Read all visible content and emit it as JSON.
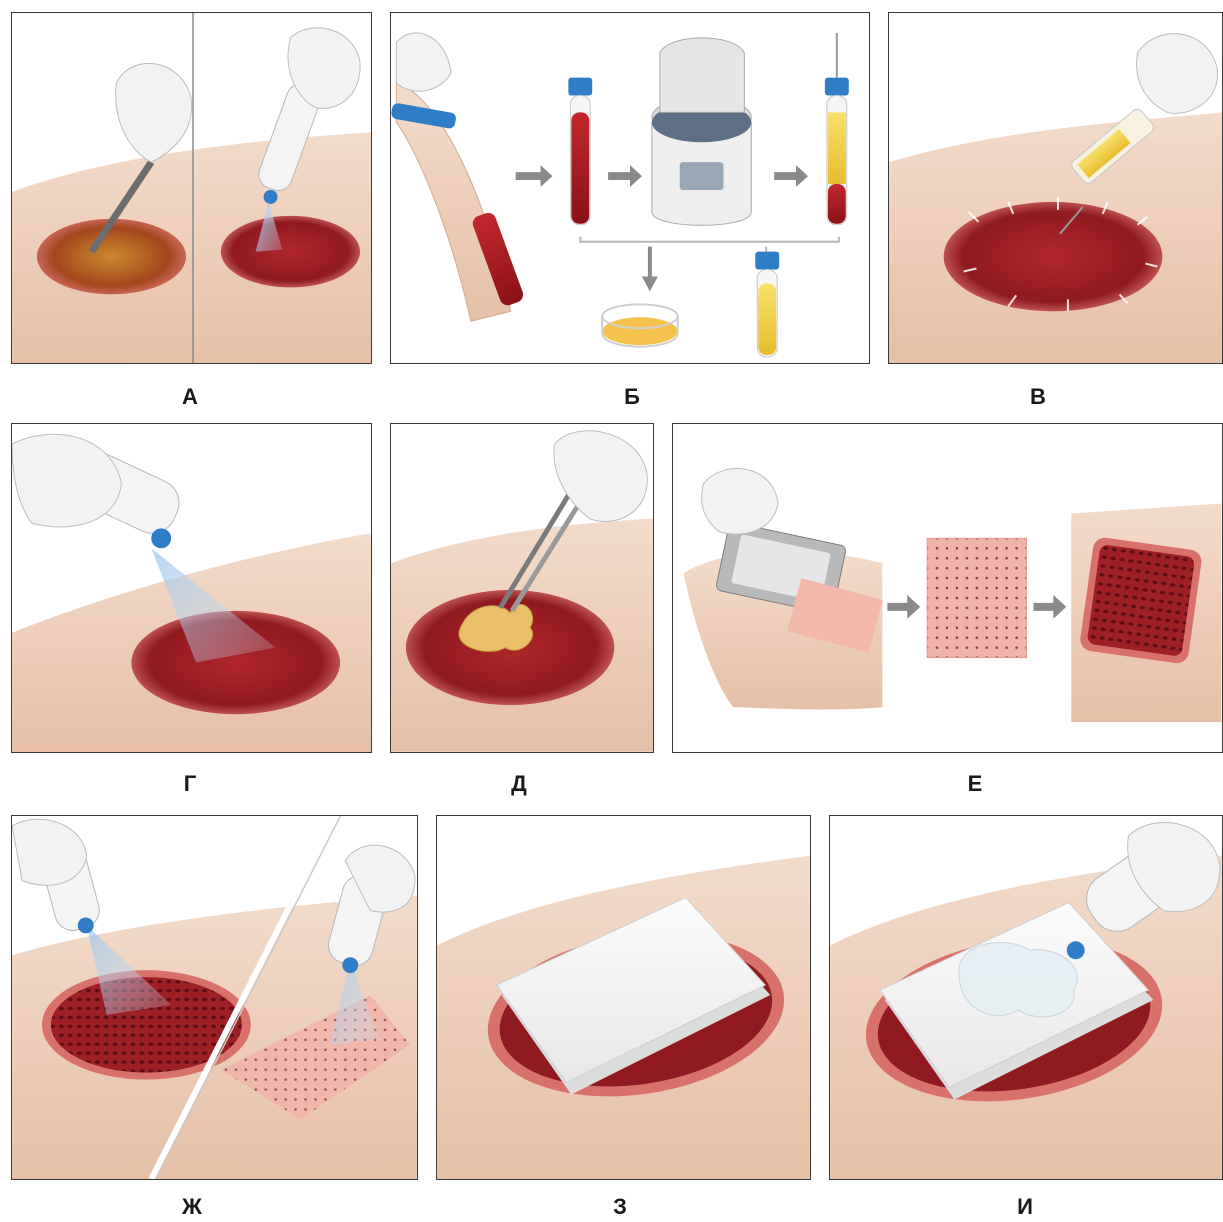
{
  "labels": {
    "a": "А",
    "b": "Б",
    "v": "В",
    "g": "Г",
    "d": "Д",
    "e": "Е",
    "zh": "Ж",
    "z": "З",
    "i": "И"
  }
}
